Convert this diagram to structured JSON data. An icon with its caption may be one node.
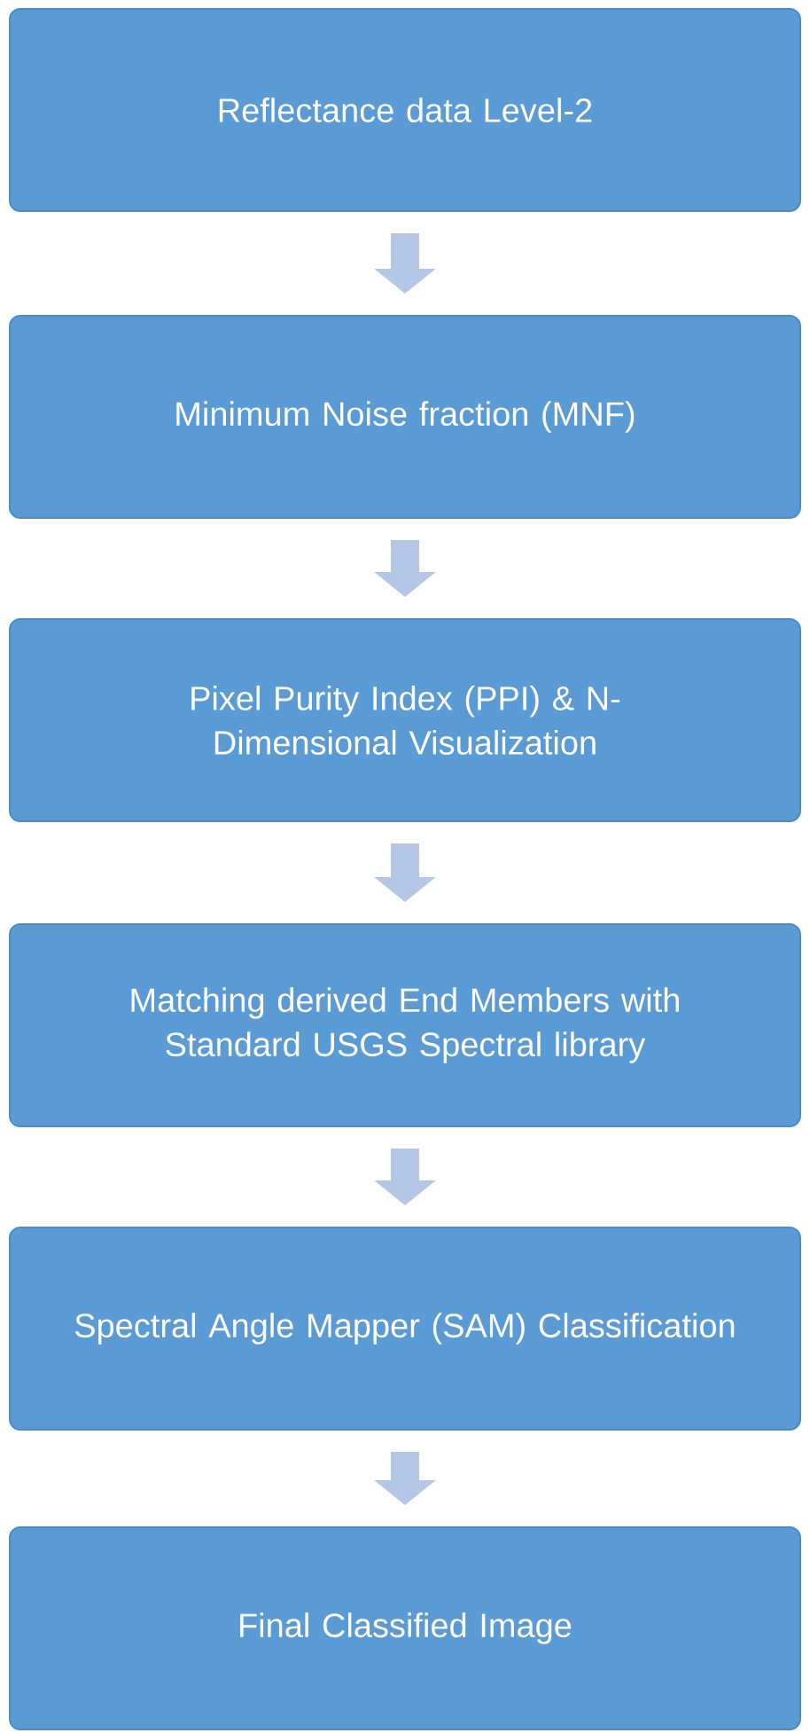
{
  "diagram": {
    "nodes": [
      {
        "text": [
          "Reflectance data Level-2"
        ]
      },
      {
        "text": [
          "Minimum Noise fraction (MNF)"
        ]
      },
      {
        "text": [
          "Pixel Purity Index (PPI) & N-Dimensional Visualization"
        ]
      },
      {
        "text": [
          "Matching derived End Members with Standard USGS Spectral library"
        ]
      },
      {
        "text": [
          "Spectral Angle Mapper (SAM) Classification"
        ]
      },
      {
        "text": [
          "Final Classified Image"
        ]
      }
    ],
    "edges": [
      {
        "from": 0,
        "to": 1,
        "arrow": "to"
      },
      {
        "from": 1,
        "to": 2,
        "arrow": "to"
      },
      {
        "from": 2,
        "to": 3,
        "arrow": "to"
      },
      {
        "from": 3,
        "to": 4,
        "arrow": "to"
      },
      {
        "from": 4,
        "to": 5,
        "arrow": "to"
      }
    ]
  }
}
